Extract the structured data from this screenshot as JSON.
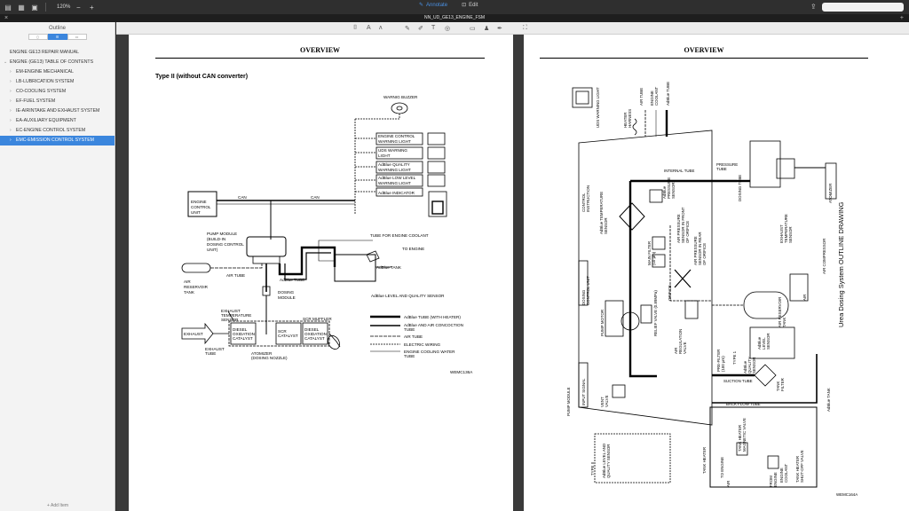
{
  "app": {
    "zoom": "120%",
    "annotate_label": "Annotate",
    "edit_label": "Edit",
    "doc_title": "NN_UD_GE13_ENGINE_FSM"
  },
  "sidebar": {
    "title": "Outline",
    "add_item": "Add Item",
    "items": [
      {
        "label": "ENGINE GE13 REPAIR MANUAL",
        "level": 0
      },
      {
        "label": "ENGINE (GE13) TABLE OF CONTENTS",
        "level": 0
      },
      {
        "label": "EM-ENGINE MECHANICAL",
        "level": 1
      },
      {
        "label": "LB-LUBRICATION SYSTEM",
        "level": 1
      },
      {
        "label": "CO-COOLING SYSTEM",
        "level": 1
      },
      {
        "label": "EF-FUEL SYSTEM",
        "level": 1
      },
      {
        "label": "IE-AIRINTAKE AND EXHAUST SYSTEM",
        "level": 1
      },
      {
        "label": "EA-AUXILIARY EQUIPMENT",
        "level": 1
      },
      {
        "label": "EC-ENGINE CONTROL SYSTEM",
        "level": 1
      },
      {
        "label": "EMC-EMISSION CONTROL SYSTEM",
        "level": 1
      }
    ]
  },
  "page_left": {
    "header": "OVERVIEW",
    "subtitle": "Type II (without CAN converter)",
    "labels": {
      "warning_buzzer": "WARNIG BUZZER",
      "engine_control_warning_1": "ENGINE CONTROL",
      "engine_control_warning_2": "WARNING LIGHT",
      "uds_warning_1": "UDS WARNING",
      "uds_warning_2": "LIGHT",
      "adblue_quality_1": "AdBlue QUALITY",
      "adblue_quality_2": "WARNING LIGHT",
      "adblue_low_1": "AdBlue LOW LEVEL",
      "adblue_low_2": "WARNING LIGHT",
      "adblue_indicator": "AdBlue INDICATOR",
      "ecu_1": "ENGINE",
      "ecu_2": "CONTROL",
      "ecu_3": "UNIT",
      "can_1": "CAN",
      "can_2": "CAN",
      "pump_module_1": "PUMP MODULE",
      "pump_module_2": "(BUILD-IN",
      "pump_module_3": "DOSING CONTROL",
      "pump_module_4": "UNIT)",
      "tube_engine_coolant": "TUBE FOR ENGINE COOLANT",
      "to_engine": "TO ENGINE",
      "adblue_tank": "AdBlue TANK",
      "air_tube": "AIR TUBE",
      "air_reservoir_1": "AIR",
      "air_reservoir_2": "RESERVOIR",
      "air_reservoir_3": "TANK",
      "adblue_tube": "AdBlue TUBE",
      "dosing_module_1": "DOSING",
      "dosing_module_2": "MODULE",
      "level_quality_sensor": "AdBlue LEVEL AND QUALITY SENSOR",
      "exhaust_temp_1": "EXHAUST",
      "exhaust_temp_2": "TEMPERATURE",
      "exhaust_temp_3": "SENSOR",
      "scr_muffler": "SCR MUFFLER",
      "exhaust": "EXHAUST",
      "diesel_cat_1": "DIESEL",
      "diesel_cat_2": "OXIDATION",
      "diesel_cat_3": "CATALYST",
      "scr_cat_1": "SCR",
      "scr_cat_2": "CATALYST",
      "diesel_cat2_1": "DIESEL",
      "diesel_cat2_2": "OXIDATION",
      "diesel_cat2_3": "CATALYST",
      "exhaust_tube_1": "EXHAUST",
      "exhaust_tube_2": "TUBE",
      "atomizer_1": "ATOMIZER",
      "atomizer_2": "(DOSING NOZZLE)",
      "code": "WEMC136A"
    },
    "legend": [
      {
        "text1": "AdBlue  TUBE (WITH HEATER)",
        "text2": ""
      },
      {
        "text1": "AdBlue  AND AIR CONCOCTION",
        "text2": "TUBE"
      },
      {
        "text1": "AIR TUBE",
        "text2": ""
      },
      {
        "text1": "ELECTRIC WIRING",
        "text2": ""
      },
      {
        "text1": "ENGINE COOLING WATER",
        "text2": "TUBE"
      }
    ]
  },
  "page_right": {
    "header": "OVERVIEW",
    "labels": {
      "title_vertical": "Urea Dosing System OUTLINE DRAWING",
      "uds_warning_light": "UDS WARNING LIGHT",
      "heater_harness_1": "HEATER",
      "heater_harness_2": "HARNESS",
      "air_tube": "AIR TUBE",
      "engine_coolant_1": "ENGINE",
      "engine_coolant_2": "COOLANT",
      "adblue_tube": "AdBlue TUBE",
      "internal_tube": "INTERNAL TUBE",
      "pressure_tube_1": "PRESSURE",
      "pressure_tube_2": "TUBE",
      "dosing_tube": "DOSING TUBE",
      "atomizer": "ATOMIZER",
      "control_instruction_1": "CONTROL",
      "control_instruction_2": "INSTRUCTION",
      "adblue_temp_sensor_1": "AdBlue TEMPERATURE",
      "adblue_temp_sensor_2": "SENSOR",
      "pressure_sensor_1": "AdBlue",
      "pressure_sensor_2": "PRESSURE",
      "pressure_sensor_3": "SENSOR",
      "air_pressure_front_1": "AIR PRESSURE",
      "air_pressure_front_2": "SENSOR IN FRONT",
      "air_pressure_front_3": "OF ORIFICE",
      "air_pressure_rear_1": "AIR PRESSURE",
      "air_pressure_rear_2": "SENSOR IN REAR",
      "air_pressure_rear_3": "OF ORIFICE",
      "exhaust_temp_sensor_1": "EXHAUST",
      "exhaust_temp_sensor_2": "TEMPERATURE",
      "exhaust_temp_sensor_3": "SENSOR",
      "main_filter_1": "MAIN FILTER",
      "main_filter_2": "(10 μm)",
      "dosing_control_unit_1": "DOSING",
      "dosing_control_unit_2": "CONTROL UNIT",
      "orifice": "ORIFICE",
      "air_reservoir_tank_1": "AIR RESERVOIR",
      "air_reservoir_tank_2": "TANK",
      "air_compressor": "AIR COMPRESSOR",
      "air": "AIR",
      "pump_motor": "PUMP MOTOR",
      "relief_valve": "RELIEF VALVE (0.89MPa)",
      "air_regulation_valve_1": "AIR",
      "air_regulation_valve_2": "REGULATION",
      "air_regulation_valve_3": "VALVE",
      "pre_filter_1": "PRE-FILTER",
      "pre_filter_2": "(100 μm)",
      "type_1": "TYPE 1",
      "adblue_quality_sensor_1": "AdBlue",
      "adblue_quality_sensor_2": "QUALITY",
      "adblue_quality_sensor_3": "SENSOR",
      "adblue_level_sensor_1": "AdBlue",
      "adblue_level_sensor_2": "LEVEL",
      "adblue_level_sensor_3": "SENSOR",
      "input_signal": "INPUT SIGNAL",
      "pump_module": "PUMP MODULE",
      "suction_tube": "SUCTION TUBE",
      "tank_filter_1": "TANK",
      "tank_filter_2": "FILTER",
      "vent_valve_1": "VENT",
      "vent_valve_2": "VALVE",
      "back_flow_tube": "BACK FLOW TUBE",
      "adblue_tank": "AdBlue TANK",
      "type_2": "TYPE II",
      "level_quality_sensor_1": "AdBlue LEVEL AND",
      "level_quality_sensor_2": "QUALITY SENSOR",
      "tank_heater": "TANK HEATER",
      "to_engine": "TO ENGINE",
      "air_bottom": "AIR",
      "tank_heater_valve_1": "TANK HEATER",
      "tank_heater_valve_2": "MAGNETIC VALVE",
      "from_engine_1": "FROM",
      "from_engine_2": "ENGINE",
      "engine_coolant_bottom_1": "ENGINE",
      "engine_coolant_bottom_2": "COOLANT",
      "tank_heater_shutoff_1": "TANK HEATER",
      "tank_heater_shutoff_2": "SHUT-OFF VALVE",
      "code": "WEMC164A"
    }
  },
  "colors": {
    "accent": "#3b86dd",
    "toolbar": "#2f2f2f",
    "sidebar": "#f3f3f3"
  },
  "icons": [
    "sidebar-toggle-icon",
    "grid-view-icon",
    "contact-sheet-icon",
    "zoom-out-icon",
    "zoom-in-icon",
    "annotate-pen-icon",
    "edit-icon",
    "share-icon",
    "search-icon",
    "close-icon",
    "add-tab-icon"
  ]
}
